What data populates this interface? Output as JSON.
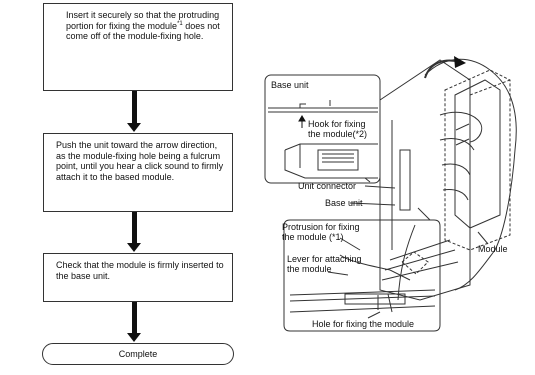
{
  "flow": {
    "step1": {
      "pre": "Insert it securely so that the protruding portion for fixing the module",
      "sup": "*1",
      "post": " does not come off of the module-fixing hole."
    },
    "step2": "Push the unit toward the arrow direction, as the module-fixing hole being a fulcrum point, until you hear a click sound to firmly attach it to the based module.",
    "step3": "Check that the module is firmly inserted to the base unit.",
    "end": "Complete"
  },
  "figure": {
    "base_unit_top": "Base unit",
    "hook": "Hook for fixing the module(*2)",
    "unit_connector": "Unit connector",
    "base_unit": "Base unit",
    "protrusion": "Protrusion for fixing the module (*1)",
    "lever": "Lever for attaching the module",
    "hole": "Hole for fixing the module",
    "module": "Module"
  }
}
